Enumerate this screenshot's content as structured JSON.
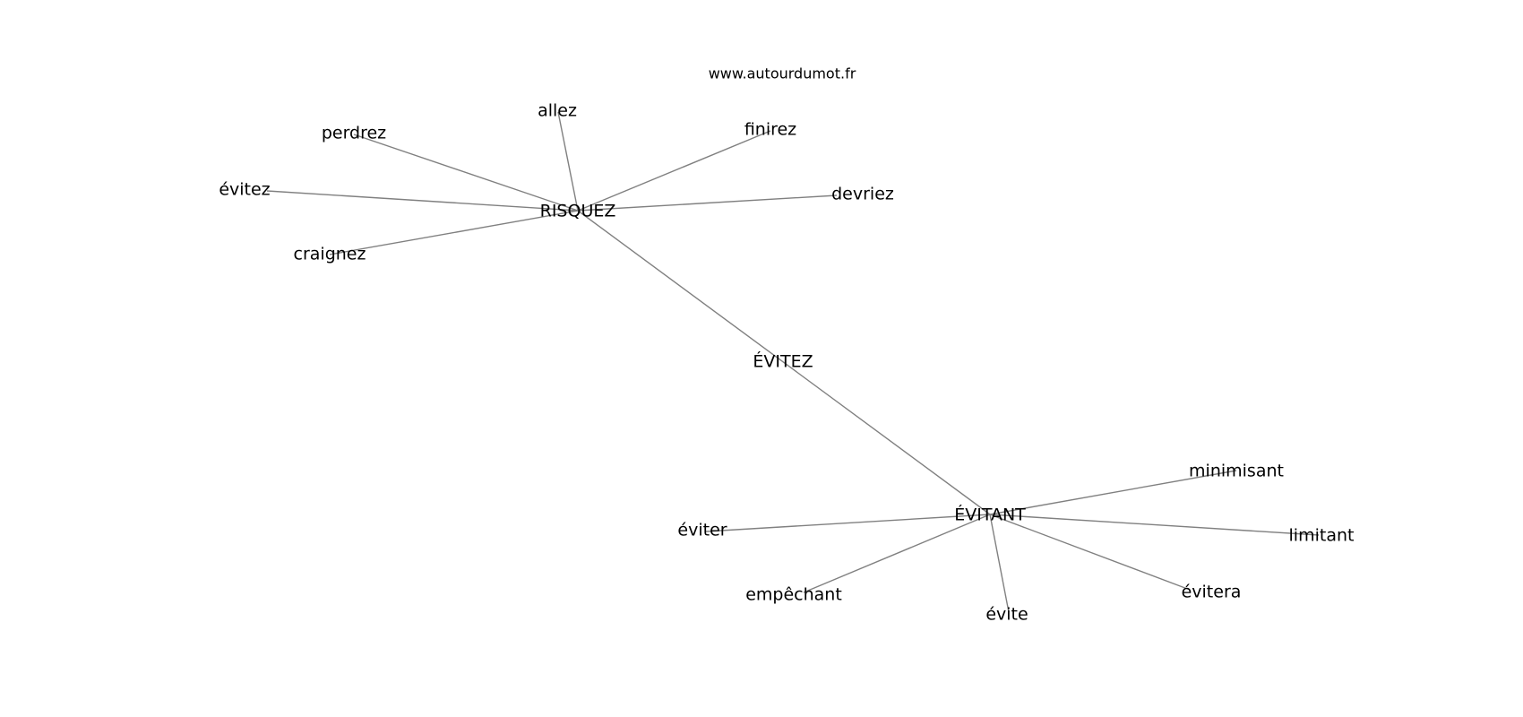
{
  "watermark": "www.autourdumot.fr",
  "center": "ÉVITEZ",
  "hubs": [
    {
      "word": "RISQUEZ",
      "neighbors": [
        "allez",
        "perdrez",
        "évitez",
        "craignez",
        "finirez",
        "devriez"
      ]
    },
    {
      "word": "ÉVITANT",
      "neighbors": [
        "minimisant",
        "limitant",
        "évitera",
        "évite",
        "empêchant",
        "éviter"
      ]
    }
  ],
  "colors": {
    "edge": "#808080",
    "text": "#000000",
    "background": "#ffffff"
  }
}
